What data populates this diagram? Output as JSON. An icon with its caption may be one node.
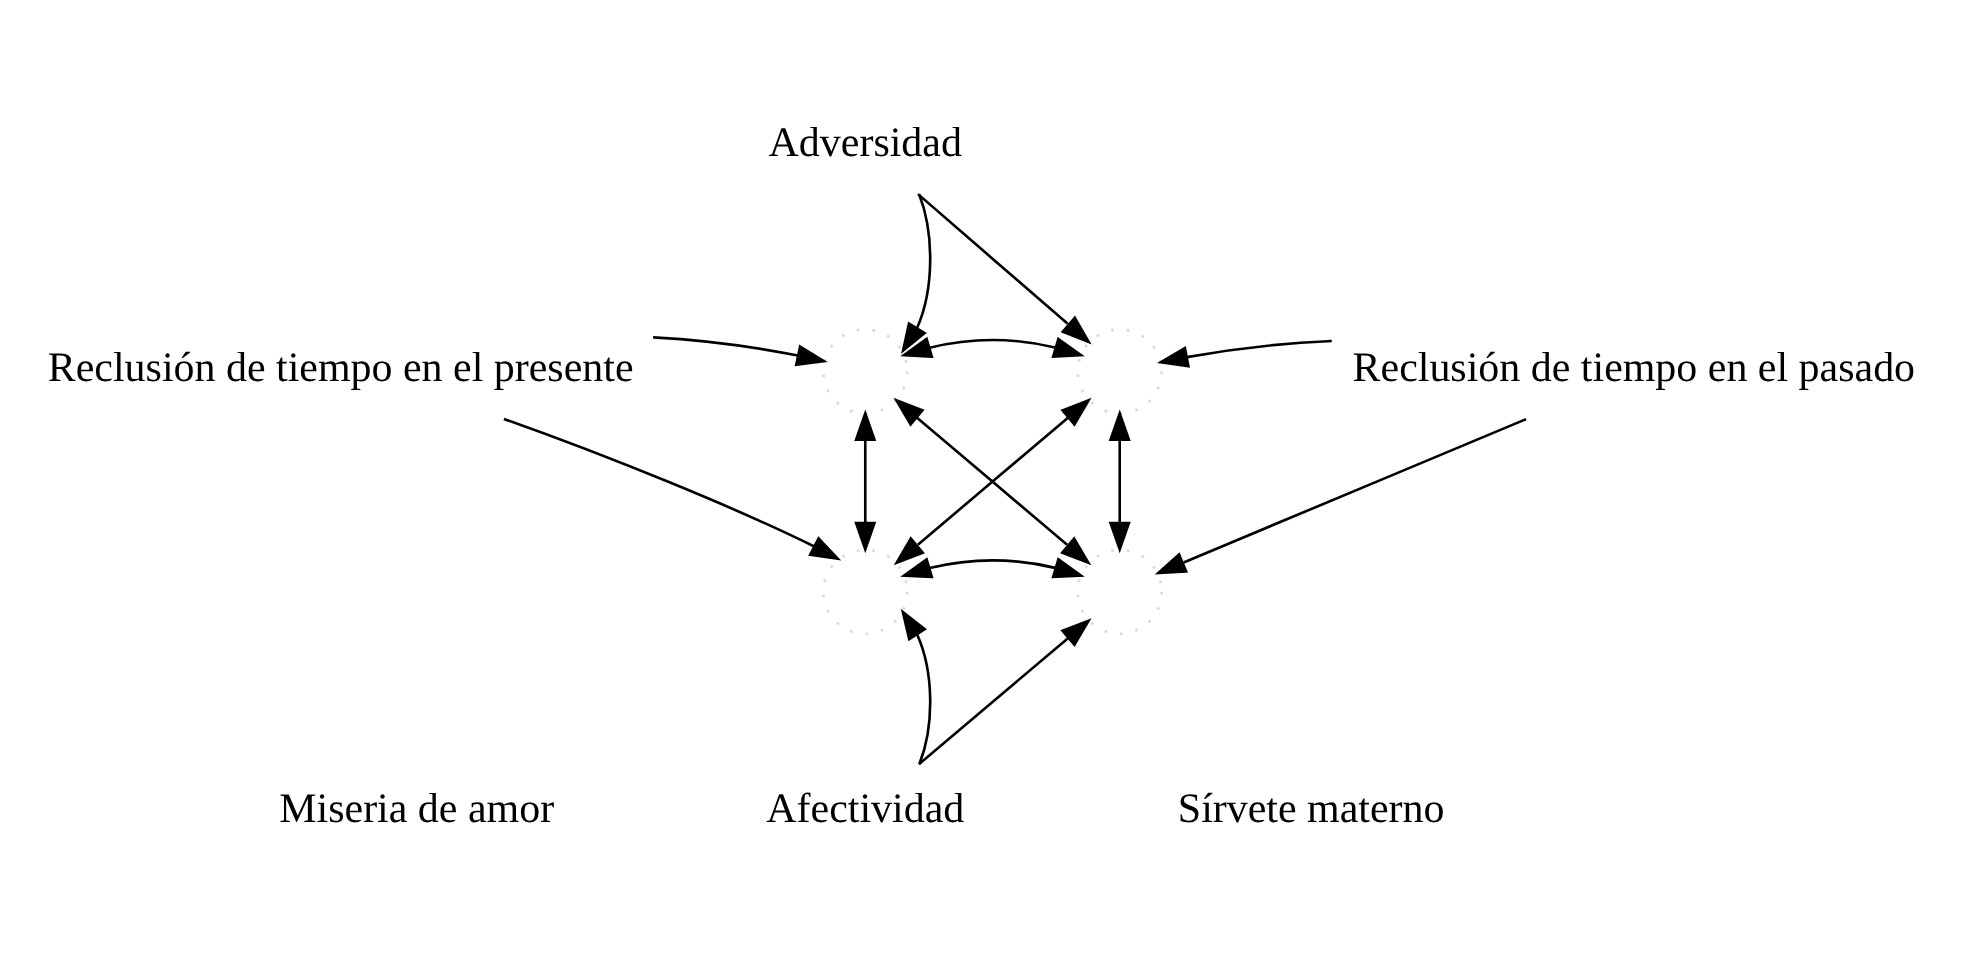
{
  "diagram": {
    "nodes": [
      {
        "text": [
          "Adversidad"
        ]
      },
      {
        "text": [
          "Reclusión de tiempo en el presente"
        ]
      },
      {
        "text": [
          "Reclusión de tiempo en el pasado"
        ]
      },
      {
        "text": [
          "Afectividad"
        ]
      },
      {
        "text": [],
        "shape": "point"
      },
      {
        "text": [],
        "shape": "point"
      },
      {
        "text": [],
        "shape": "point"
      },
      {
        "text": [],
        "shape": "point"
      }
    ],
    "edges": [
      {
        "from": 0,
        "to": 4,
        "arrow": "to"
      },
      {
        "from": 0,
        "to": 5,
        "arrow": "to"
      },
      {
        "from": 1,
        "to": 4,
        "arrow": "to"
      },
      {
        "from": 1,
        "to": 6,
        "arrow": "to"
      },
      {
        "from": 2,
        "to": 5,
        "arrow": "to"
      },
      {
        "from": 2,
        "to": 7,
        "arrow": "to"
      },
      {
        "from": 3,
        "to": 6,
        "arrow": "to"
      },
      {
        "from": 3,
        "to": 7,
        "arrow": "to"
      },
      {
        "from": 4,
        "to": 5,
        "arrow": "both"
      },
      {
        "from": 4,
        "to": 6,
        "arrow": "both"
      },
      {
        "from": 4,
        "to": 7,
        "arrow": "both"
      },
      {
        "from": 6,
        "to": 5,
        "arrow": "both"
      },
      {
        "from": 5,
        "to": 7,
        "arrow": "both"
      },
      {
        "from": 6,
        "to": 7,
        "arrow": "both"
      }
    ],
    "labels": [
      "Miseria de amor",
      "Sírvete materno"
    ]
  }
}
